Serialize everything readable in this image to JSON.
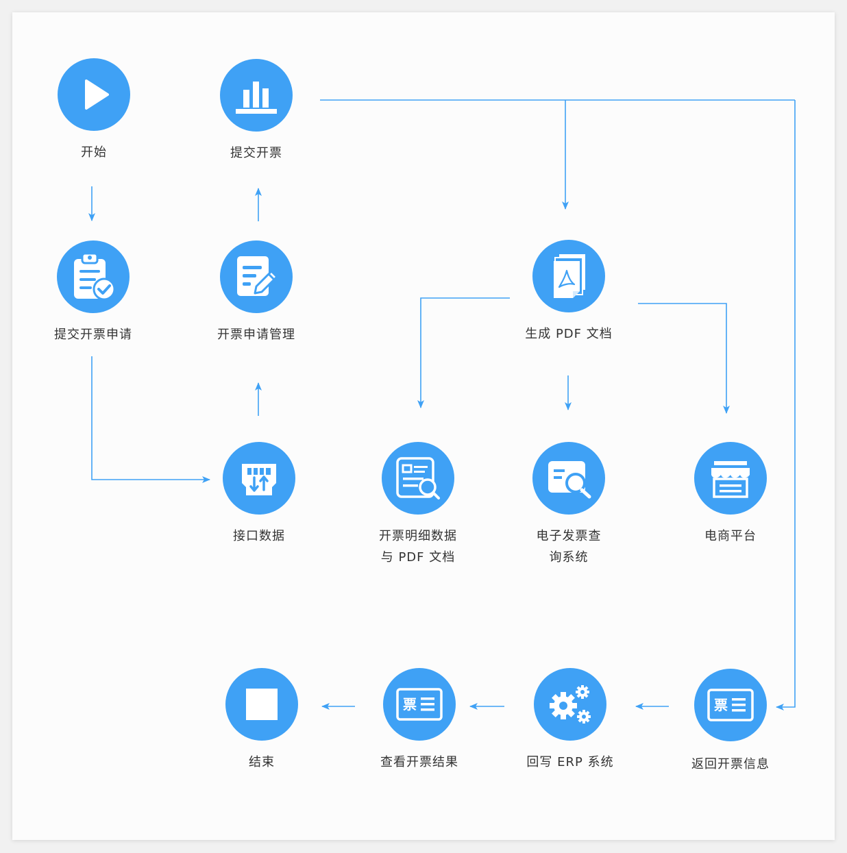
{
  "nodes": {
    "start": "开始",
    "submit_invoice": "提交开票",
    "submit_request": "提交开票申请",
    "request_mgmt": "开票申请管理",
    "gen_pdf": "生成 PDF 文档",
    "interface_data": "接口数据",
    "detail_pdf_line1": "开票明细数据",
    "detail_pdf_line2": "与 PDF 文档",
    "einvoice_line1": "电子发票查",
    "einvoice_line2": "询系统",
    "ecommerce": "电商平台",
    "end": "结束",
    "view_result": "查看开票结果",
    "writeback_erp": "回写 ERP 系统",
    "return_info": "返回开票信息"
  },
  "icon_glyphs": {
    "ticket": "票"
  },
  "colors": {
    "accent": "#3fa1f5",
    "text": "#333333"
  }
}
